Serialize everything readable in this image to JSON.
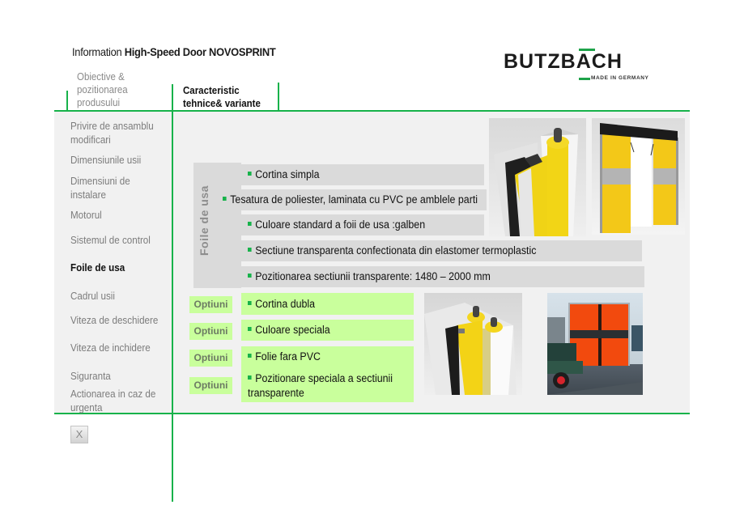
{
  "header": {
    "title_prefix": "Information ",
    "title_bold": "High-Speed Door NOVOSPRINT"
  },
  "logo": {
    "brand": "BUTZBACH",
    "tagline": "MADE IN GERMANY",
    "accent_color": "#1ea34a"
  },
  "tabs": [
    {
      "label_lines": [
        "Obiective &",
        "pozitionarea",
        "produsului"
      ],
      "active": false
    },
    {
      "label_lines": [
        "Caracteristic",
        "tehnice& variante"
      ],
      "active": true
    }
  ],
  "sidebar": {
    "items": [
      {
        "label_lines": [
          "Privire de ansamblu",
          "modificari"
        ],
        "active": false
      },
      {
        "label_lines": [
          "Dimensiunile usii"
        ],
        "active": false
      },
      {
        "label_lines": [
          "Dimensiuni de",
          "instalare"
        ],
        "active": false
      },
      {
        "label_lines": [
          "Motorul"
        ],
        "active": false
      },
      {
        "label_lines": [
          "Sistemul de control"
        ],
        "active": false
      },
      {
        "label_lines": [
          "Foile de usa"
        ],
        "active": true
      },
      {
        "label_lines": [
          "Cadrul usii"
        ],
        "active": false
      },
      {
        "label_lines": [
          "Viteza de deschidere"
        ],
        "active": false
      },
      {
        "label_lines": [
          "Viteza de inchidere"
        ],
        "active": false
      },
      {
        "label_lines": [
          "Siguranta"
        ],
        "active": false
      },
      {
        "label_lines": [
          "Actionarea  in caz de",
          "urgenta"
        ],
        "active": false
      }
    ]
  },
  "content": {
    "section_label": "Foile de usa",
    "standard_features": [
      "Cortina simpla",
      "Tesatura de poliester, laminata cu PVC pe amblele parti",
      "Culoare standard a foii de usa :galben",
      "Sectiune transparenta confectionata din elastomer termoplastic",
      "Pozitionarea sectiunii transparente: 1480 – 2000 mm"
    ],
    "option_label": "Optiuni",
    "options": [
      "Cortina dubla",
      "Culoare speciala",
      "Folie fara PVC",
      "Pozitionare speciala a sectiunii transparente"
    ],
    "images": [
      {
        "name": "single-curtain-profile-image"
      },
      {
        "name": "yellow-door-open-image"
      },
      {
        "name": "double-curtain-profile-image"
      },
      {
        "name": "orange-door-building-image"
      }
    ]
  },
  "close_button": {
    "label": "X"
  },
  "colors": {
    "accent_green": "#17b24a",
    "option_green": "#c9ff9c",
    "panel_bg": "#f1f1f1",
    "box_gray": "#dadada"
  }
}
